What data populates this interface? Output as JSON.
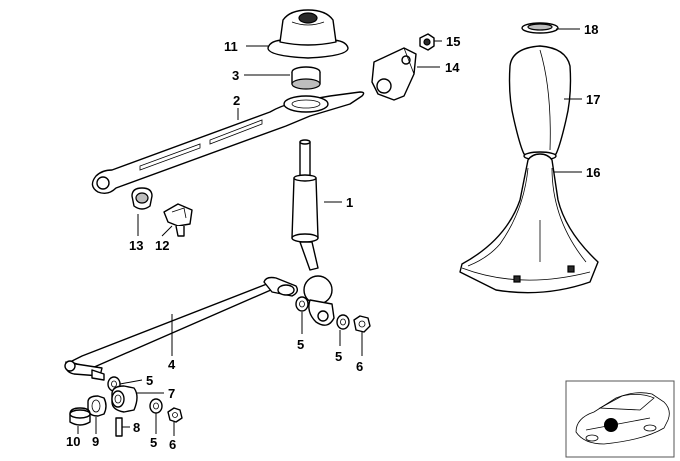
{
  "callouts": [
    {
      "id": "c1",
      "label": "1"
    },
    {
      "id": "c2",
      "label": "2"
    },
    {
      "id": "c3",
      "label": "3"
    },
    {
      "id": "c4",
      "label": "4"
    },
    {
      "id": "c5a",
      "label": "5"
    },
    {
      "id": "c5b",
      "label": "5"
    },
    {
      "id": "c5c",
      "label": "5"
    },
    {
      "id": "c5d",
      "label": "5"
    },
    {
      "id": "c6a",
      "label": "6"
    },
    {
      "id": "c6b",
      "label": "6"
    },
    {
      "id": "c7",
      "label": "7"
    },
    {
      "id": "c8",
      "label": "8"
    },
    {
      "id": "c9",
      "label": "9"
    },
    {
      "id": "c10",
      "label": "10"
    },
    {
      "id": "c11",
      "label": "11"
    },
    {
      "id": "c12",
      "label": "12"
    },
    {
      "id": "c13",
      "label": "13"
    },
    {
      "id": "c14",
      "label": "14"
    },
    {
      "id": "c15",
      "label": "15"
    },
    {
      "id": "c16",
      "label": "16"
    },
    {
      "id": "c17",
      "label": "17"
    },
    {
      "id": "c18",
      "label": "18"
    }
  ],
  "colors": {
    "line": "#000000",
    "fill": "#ffffff",
    "shade": "#bdbdbd",
    "marker": "#000000"
  }
}
